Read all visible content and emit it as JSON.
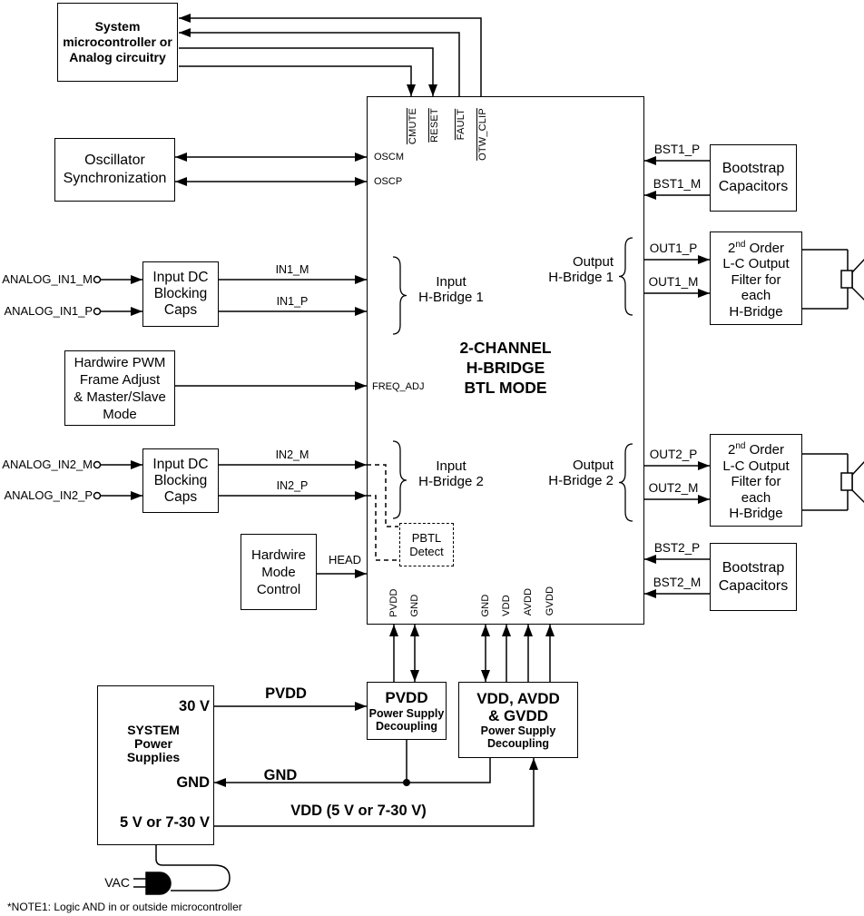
{
  "note": "*NOTE1: Logic AND in or outside microcontroller",
  "colors": {
    "line": "#000000",
    "background": "#ffffff"
  },
  "chip": {
    "title": "2-CHANNEL\nH-BRIDGE\nBTL MODE",
    "input1_label": "Input\nH-Bridge 1",
    "input2_label": "Input\nH-Bridge 2",
    "output1_label": "Output\nH-Bridge 1",
    "output2_label": "Output\nH-Bridge 2",
    "pbtl_label": "PBTL\nDetect",
    "top_pins": {
      "cmute": "CMUTE",
      "reset": "RESET",
      "fault": "FAULT",
      "otw_clip": "OTW_CLIP"
    },
    "left_pins": {
      "oscm": "OSCM",
      "oscp": "OSCP",
      "freq_adj": "FREQ_ADJ"
    },
    "bottom_pins": {
      "pvdd": "PVDD",
      "gnd_left": "GND",
      "gnd_right": "GND",
      "vdd": "VDD",
      "avdd": "AVDD",
      "gvdd": "GVDD"
    }
  },
  "blocks": {
    "microcontroller": "System\nmicrocontroller or\nAnalog circuitry",
    "oscillator": "Oscillator\nSynchronization",
    "caps1": "Input DC\nBlocking\nCaps",
    "caps2": "Input DC\nBlocking\nCaps",
    "pwm": "Hardwire PWM\nFrame Adjust\n& Master/Slave\nMode",
    "mode_control": "Hardwire\nMode\nControl",
    "bootstrap1": "Bootstrap\nCapacitors",
    "bootstrap2": "Bootstrap\nCapacitors",
    "filter1": {
      "num": "2",
      "sup": "nd",
      "after": " Order",
      "rest": "L-C Output\nFilter for\neach\nH-Bridge"
    },
    "filter2": {
      "num": "2",
      "sup": "nd",
      "after": " Order",
      "rest": "L-C Output\nFilter for\neach\nH-Bridge"
    },
    "pvdd_decoupling": {
      "title": "PVDD",
      "sub": "Power Supply\nDecoupling"
    },
    "vdd_decoupling": {
      "title": "VDD, AVDD\n& GVDD",
      "sub": "Power Supply\nDecoupling"
    },
    "system_supply": {
      "title": "SYSTEM\nPower\nSupplies",
      "port_30v": "30 V",
      "port_gnd": "GND",
      "port_5v": "5 V or 7-30 V"
    }
  },
  "signals": {
    "analog_in1_m": "ANALOG_IN1_M",
    "analog_in1_p": "ANALOG_IN1_P",
    "in1_m": "IN1_M",
    "in1_p": "IN1_P",
    "analog_in2_m": "ANALOG_IN2_M",
    "analog_in2_p": "ANALOG_IN2_P",
    "in2_m": "IN2_M",
    "in2_p": "IN2_P",
    "bst1_p": "BST1_P",
    "bst1_m": "BST1_M",
    "out1_p": "OUT1_P",
    "out1_m": "OUT1_M",
    "out2_p": "OUT2_P",
    "out2_m": "OUT2_M",
    "bst2_p": "BST2_P",
    "bst2_m": "BST2_M",
    "head": "HEAD",
    "pvdd": "PVDD",
    "gnd": "GND",
    "vdd_range": "VDD (5 V or 7-30 V)",
    "vac": "VAC"
  }
}
